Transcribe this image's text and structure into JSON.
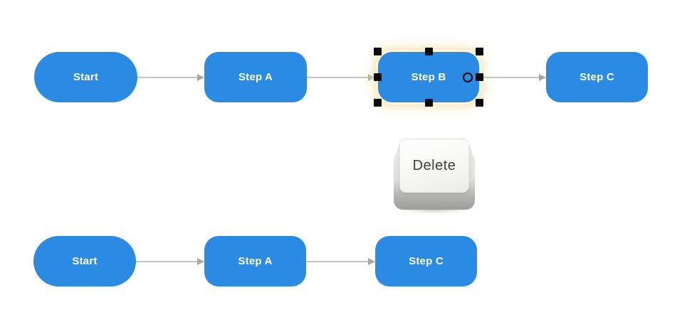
{
  "diagram": {
    "top_row": {
      "nodes": [
        {
          "id": "start",
          "label": "Start",
          "shape": "pill",
          "selected": false
        },
        {
          "id": "step-a",
          "label": "Step A",
          "shape": "rounded-rect",
          "selected": false
        },
        {
          "id": "step-b",
          "label": "Step B",
          "shape": "rounded-rect",
          "selected": true
        },
        {
          "id": "step-c",
          "label": "Step C",
          "shape": "rounded-rect",
          "selected": false
        }
      ]
    },
    "bottom_row": {
      "nodes": [
        {
          "id": "start",
          "label": "Start",
          "shape": "pill",
          "selected": false
        },
        {
          "id": "step-a",
          "label": "Step A",
          "shape": "rounded-rect",
          "selected": false
        },
        {
          "id": "step-c",
          "label": "Step C",
          "shape": "rounded-rect",
          "selected": false
        }
      ]
    }
  },
  "delete_key": {
    "label": "Delete"
  },
  "colors": {
    "node_fill": "#2B8AE2",
    "node_text": "#FFFFFF",
    "connector_line": "#C4C4C4",
    "connector_head": "#A8A8A8",
    "selection_glow": "#F6E9BD",
    "selection_handle": "#0B0B0B",
    "canvas_background": "#FFFFFF"
  }
}
